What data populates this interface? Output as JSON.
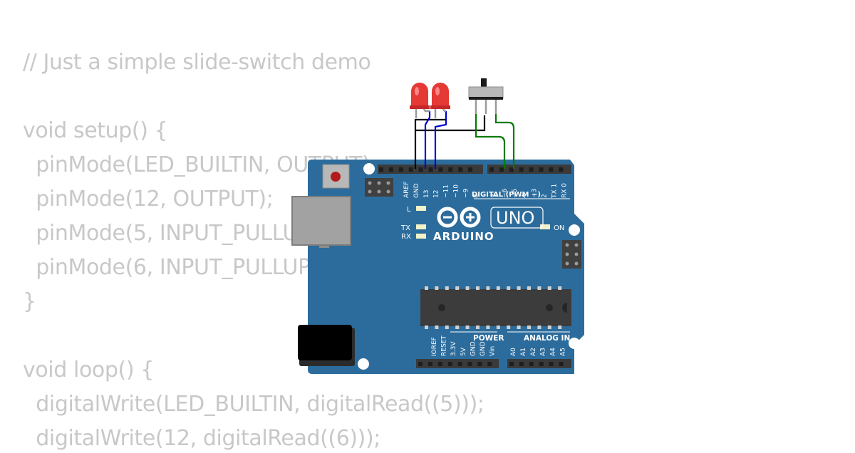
{
  "code": {
    "lines": [
      "// Just a simple slide-switch demo",
      "",
      "void setup() {",
      "  pinMode(LED_BUILTIN, OUTPUT);",
      "  pinMode(12, OUTPUT);",
      "  pinMode(5, INPUT_PULLUP);",
      "  pinMode(6, INPUT_PULLUP);",
      "}",
      "",
      "void loop() {",
      "  digitalWrite(LED_BUILTIN, digitalRead((5)));",
      "  digitalWrite(12, digitalRead((6)));"
    ]
  },
  "board": {
    "brand": "ARDUINO",
    "model": "UNO",
    "digital_header_label": "DIGITAL (PWM ~)",
    "digital_pins_left": [
      "AREF",
      "GND",
      "13",
      "12",
      "~11",
      "~10",
      "~9",
      "8"
    ],
    "digital_pins_right": [
      "7",
      "~6",
      "~5",
      "4",
      "~3",
      "2",
      "TX 1",
      "RX 0"
    ],
    "power_label": "POWER",
    "power_pins": [
      "IOREF",
      "RESET",
      "3.3V",
      "5V",
      "GND",
      "GND",
      "Vin"
    ],
    "analog_label": "ANALOG IN",
    "analog_pins": [
      "A0",
      "A1",
      "A2",
      "A3",
      "A4",
      "A5"
    ],
    "led_l_label": "L",
    "led_tx_label": "TX",
    "led_rx_label": "RX",
    "led_on_label": "ON"
  },
  "colors": {
    "board": "#2c6c9c",
    "code_text": "#c8c8c8",
    "led_red": "#e53935",
    "wire_black": "#000000",
    "wire_blue": "#0000cc",
    "wire_green": "#007a00",
    "header": "#3a3a3a",
    "chip": "#3c3c3c"
  }
}
